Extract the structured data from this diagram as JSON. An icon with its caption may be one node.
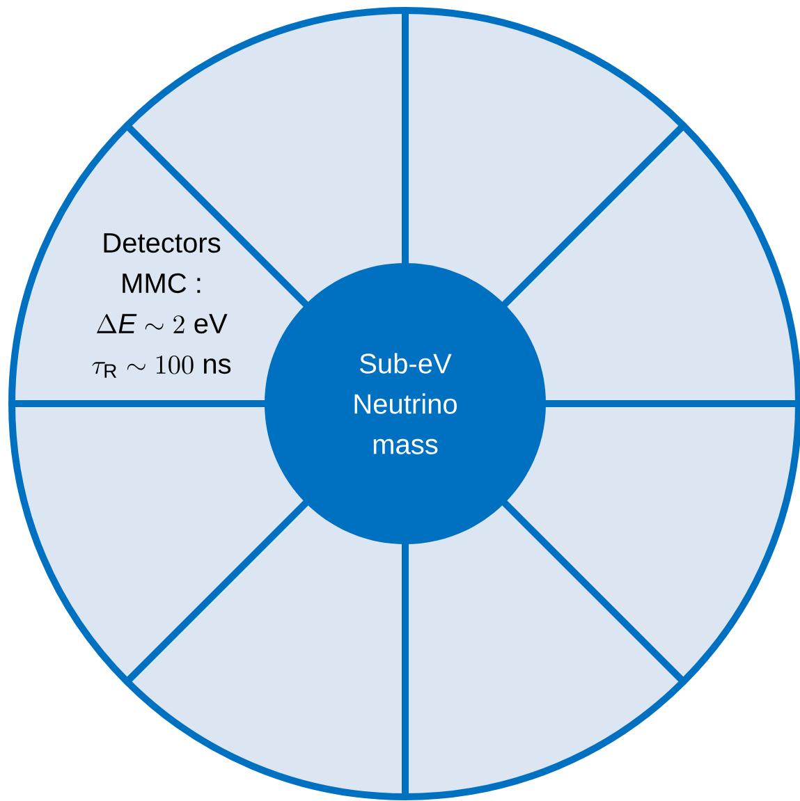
{
  "diagram": {
    "nodes": [
      {
        "text": [],
        "shape": "circle"
      },
      {
        "text": [
          "Sub-eV Neutrino mass"
        ],
        "in": 0
      }
    ],
    "labels": [
      "Detectors",
      "MMC :",
      "\\Delta\\mathit{E} \\sim 2\\ \\mathrm{eV}",
      "\\tau_{\\mathrm{R}} \\sim 100\\ \\mathrm{ns}"
    ]
  }
}
